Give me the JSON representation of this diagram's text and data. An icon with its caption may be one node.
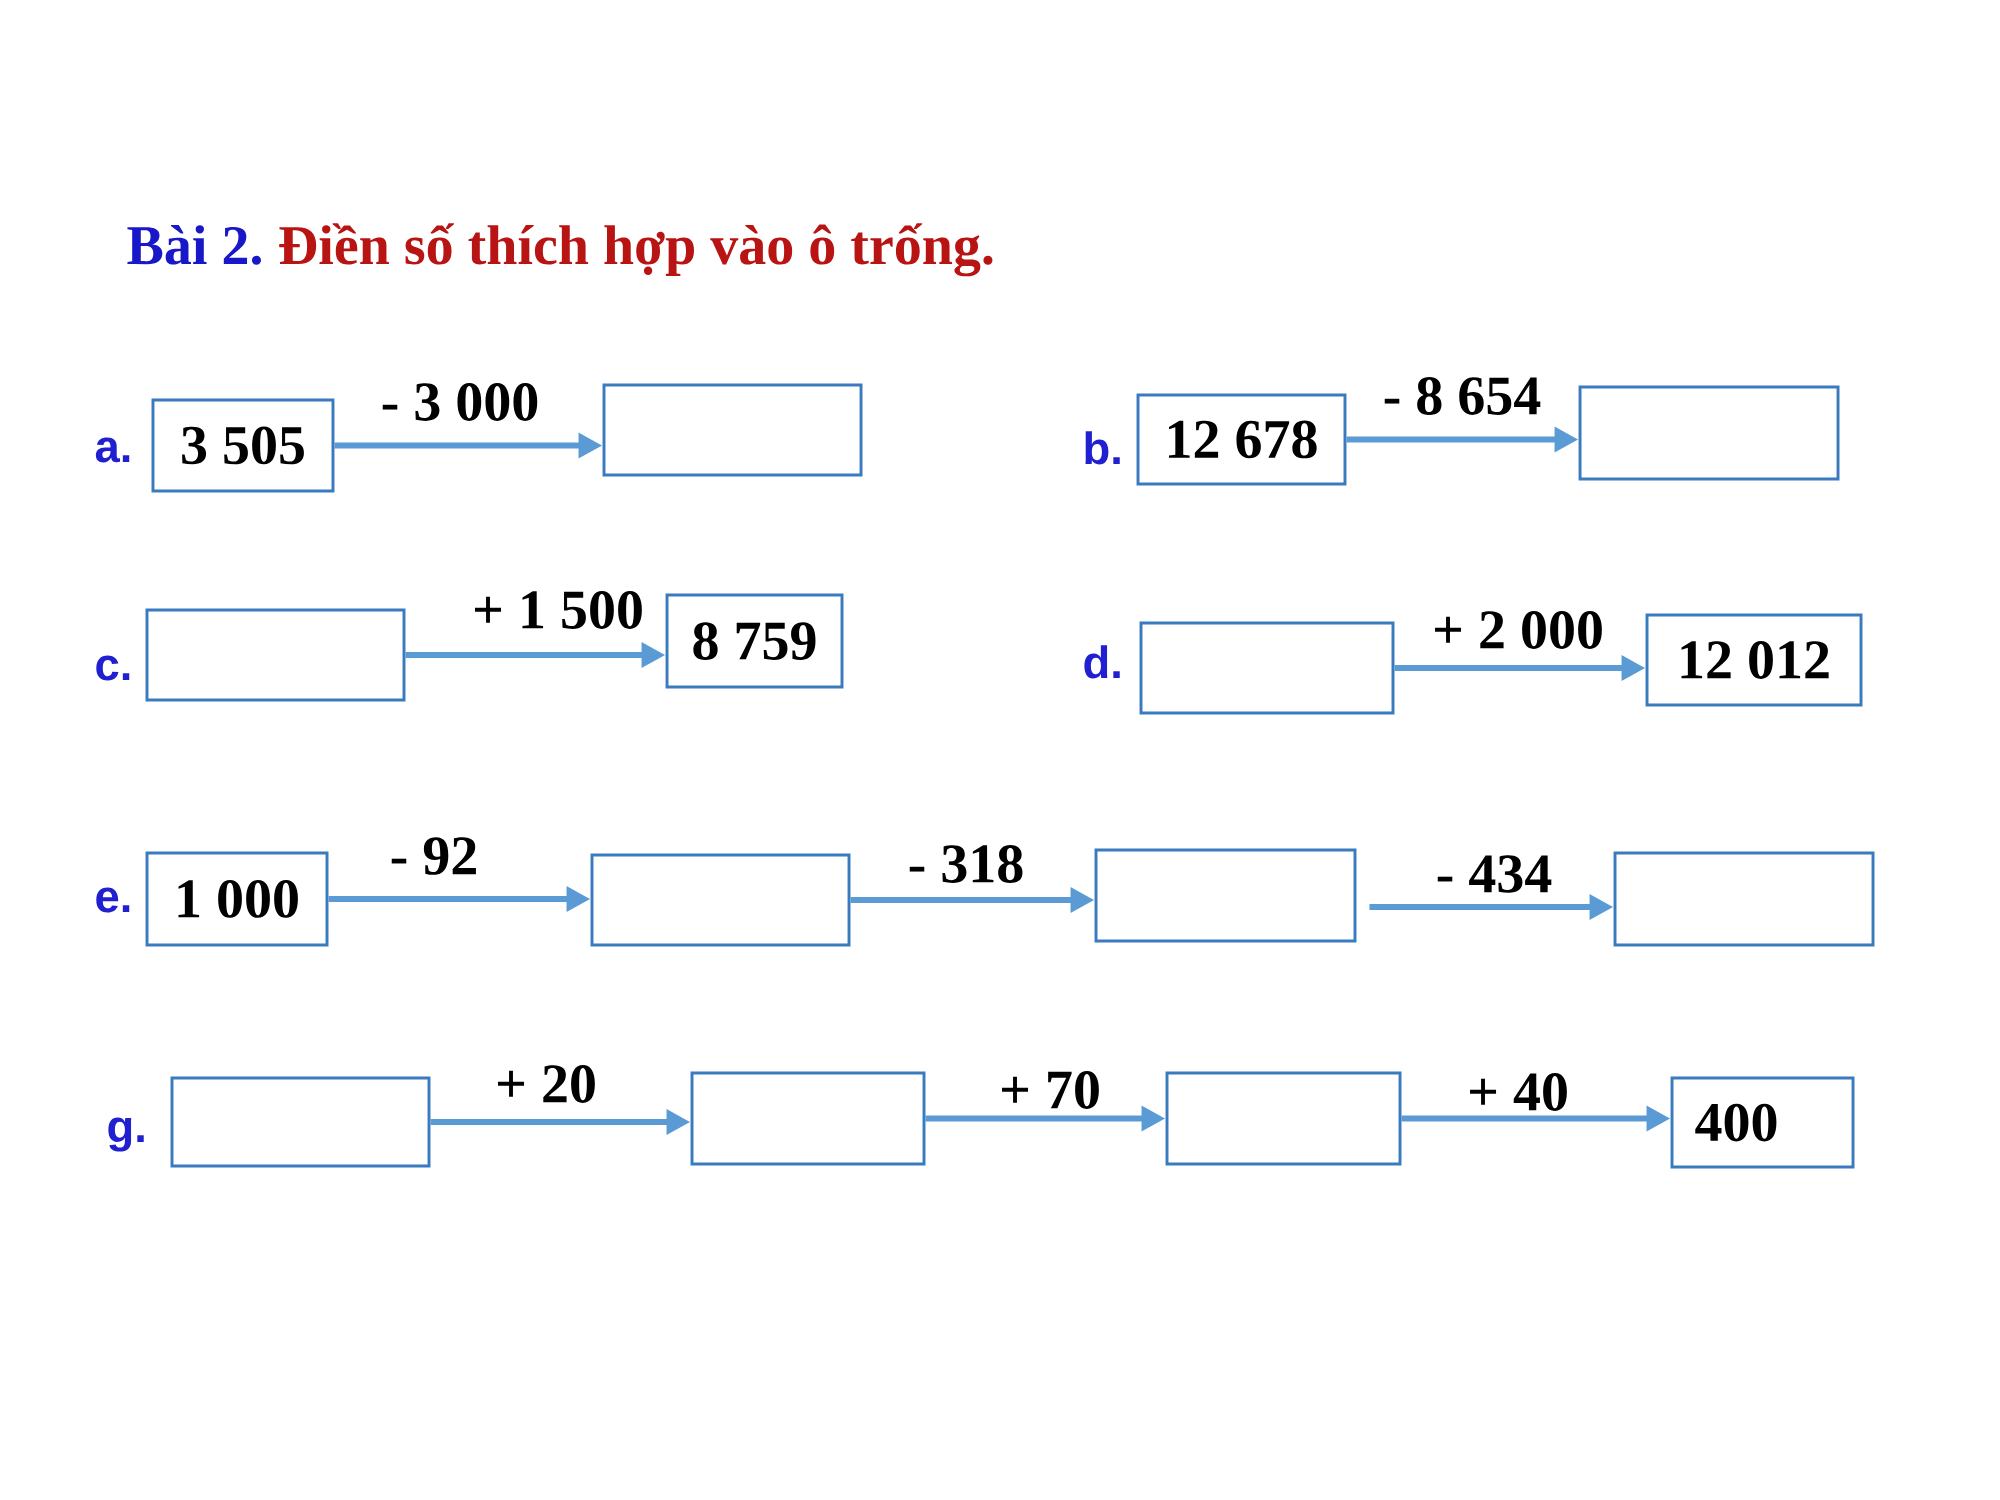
{
  "diagram": {
    "title": "Bài 2.",
    "nodes": [
      {
        "text": [
          "3 505"
        ]
      },
      {
        "text": [],
        "shape": "box"
      },
      {
        "text": [
          "12 678"
        ]
      },
      {
        "text": [],
        "shape": "box"
      },
      {
        "text": [],
        "shape": "box"
      },
      {
        "text": [
          "8 759"
        ]
      },
      {
        "text": [],
        "shape": "box"
      },
      {
        "text": [
          "12 012"
        ]
      },
      {
        "text": [
          "1 000"
        ]
      },
      {
        "text": [],
        "shape": "box"
      },
      {
        "text": [],
        "shape": "box"
      },
      {
        "text": [],
        "shape": "box"
      },
      {
        "text": [],
        "shape": "box"
      },
      {
        "text": [],
        "shape": "box"
      },
      {
        "text": [],
        "shape": "box"
      },
      {
        "text": [
          "400"
        ]
      }
    ],
    "edges": [
      {
        "from": 0,
        "to": 1,
        "arrow": "to",
        "label": "- 3 000"
      },
      {
        "from": 2,
        "to": 3,
        "arrow": "to",
        "label": "- 8 654"
      },
      {
        "from": 4,
        "to": 5,
        "arrow": "to",
        "label": "+ 1 500"
      },
      {
        "from": 6,
        "to": 7,
        "arrow": "to",
        "label": "+ 2 000"
      },
      {
        "from": 8,
        "to": 9,
        "arrow": "to",
        "label": "- 92"
      },
      {
        "from": 9,
        "to": 10,
        "arrow": "to",
        "label": "- 318"
      },
      {
        "from": 10,
        "to": 11,
        "arrow": "to",
        "label": "- 434"
      },
      {
        "from": 12,
        "to": 13,
        "arrow": "to",
        "label": "+ 20"
      },
      {
        "from": 13,
        "to": 14,
        "arrow": "to",
        "label": "+ 70"
      },
      {
        "from": 14,
        "to": 15,
        "arrow": "to",
        "label": "+ 40"
      }
    ],
    "labels": [
      "Điền số thích hợp vào ô trống.",
      "a.",
      "b.",
      "c.",
      "d.",
      "e.",
      "g."
    ]
  }
}
